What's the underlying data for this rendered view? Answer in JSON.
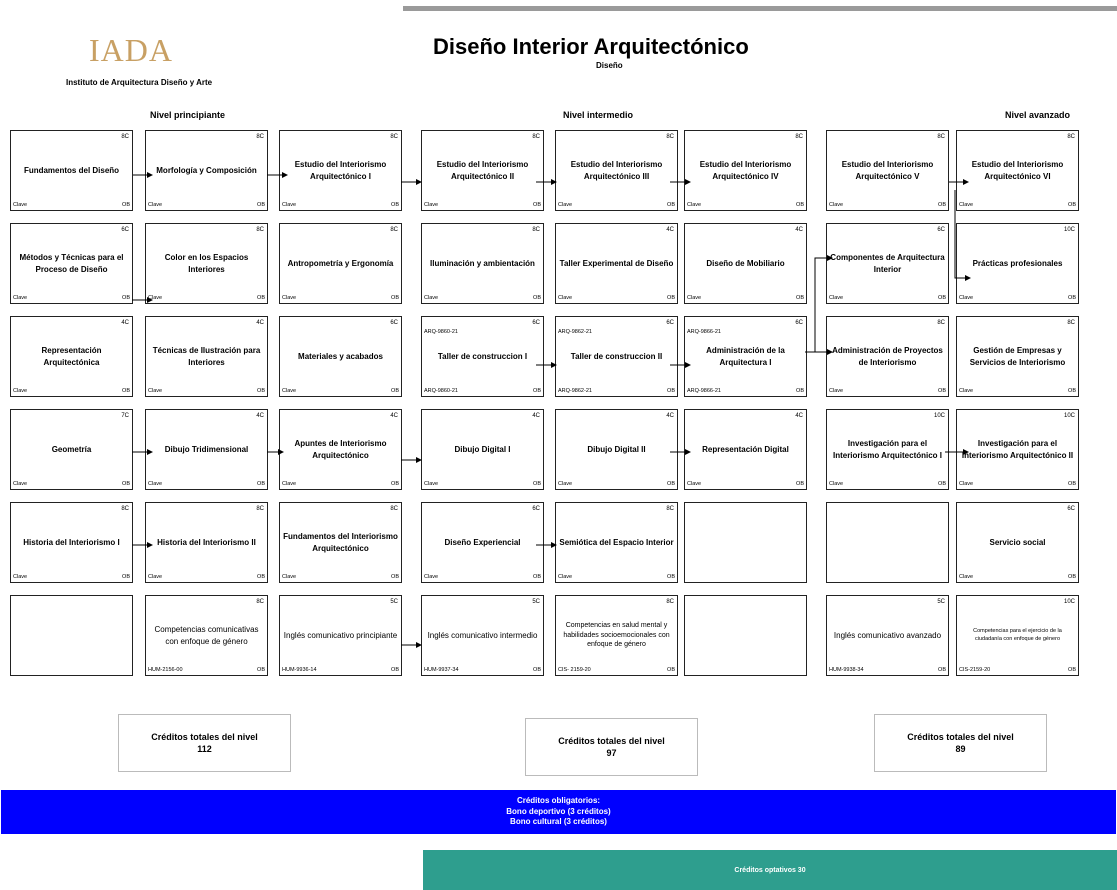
{
  "header": {
    "logo": "IADA",
    "institute": "Instituto de Arquitectura Diseño y Arte",
    "title": "Diseño Interior Arquitectónico",
    "subtitle": "Diseño"
  },
  "levels": {
    "beginner": "Nivel principiante",
    "intermediate": "Nivel intermedio",
    "advanced": "Nivel avanzado"
  },
  "courses": {
    "c11": {
      "credits": "8C",
      "name": "Fundamentos del Diseño",
      "key": "Clave",
      "type": "OB"
    },
    "c12": {
      "credits": "8C",
      "name": "Morfología y Composición",
      "key": "Clave",
      "type": "OB"
    },
    "c13": {
      "credits": "8C",
      "name": "Estudio del Interiorismo Arquitectónico I",
      "key": "Clave",
      "type": "OB"
    },
    "c14": {
      "credits": "8C",
      "name": "Estudio del Interiorismo Arquitectónico II",
      "key": "Clave",
      "type": "OB"
    },
    "c15": {
      "credits": "8C",
      "name": "Estudio del Interiorismo Arquitectónico III",
      "key": "Clave",
      "type": "OB"
    },
    "c16": {
      "credits": "8C",
      "name": "Estudio del Interiorismo Arquitectónico IV",
      "key": "Clave",
      "type": "OB"
    },
    "c17": {
      "credits": "8C",
      "name": "Estudio del Interiorismo Arquitectónico V",
      "key": "Clave",
      "type": "OB"
    },
    "c18": {
      "credits": "8C",
      "name": "Estudio del Interiorismo Arquitectónico VI",
      "key": "Clave",
      "type": "OB"
    },
    "c21": {
      "credits": "6C",
      "name": "Métodos y Técnicas para el Proceso de Diseño",
      "key": "Clave",
      "type": "OB"
    },
    "c22": {
      "credits": "8C",
      "name": "Color en los Espacios Interiores",
      "key": "Clave",
      "type": "OB"
    },
    "c23": {
      "credits": "8C",
      "name": "Antropometría y Ergonomía",
      "key": "Clave",
      "type": "OB"
    },
    "c24": {
      "credits": "8C",
      "name": "Iluminación y ambientación",
      "key": "Clave",
      "type": "OB"
    },
    "c25": {
      "credits": "4C",
      "name": "Taller Experimental de Diseño",
      "key": "Clave",
      "type": "OB"
    },
    "c26": {
      "credits": "4C",
      "name": "Diseño de Mobiliario",
      "key": "Clave",
      "type": "OB"
    },
    "c27": {
      "credits": "6C",
      "name": "Componentes de Arquitectura Interior",
      "key": "Clave",
      "type": "OB"
    },
    "c28": {
      "credits": "10C",
      "name": "Prácticas profesionales",
      "key": "Clave",
      "type": "OB"
    },
    "c31": {
      "credits": "4C",
      "name": "Representación Arquitectónica",
      "key": "Clave",
      "type": "OB"
    },
    "c32": {
      "credits": "4C",
      "name": "Técnicas de Ilustración para Interiores",
      "key": "Clave",
      "type": "OB"
    },
    "c33": {
      "credits": "6C",
      "name": "Materiales y acabados",
      "key": "Clave",
      "type": "OB"
    },
    "c34": {
      "credits": "6C",
      "name": "Taller de construccion I",
      "key": "ARQ-9860-21",
      "code2": "ARQ-9860-21",
      "type": "OB"
    },
    "c35": {
      "credits": "6C",
      "name": "Taller de construccion II",
      "key": "ARQ-9862-21",
      "code2": "ARQ-9862-21",
      "type": "OB"
    },
    "c36": {
      "credits": "6C",
      "name": "Administración de la Arquitectura I",
      "key": "ARQ-9866-21",
      "code2": "ARQ-9866-21",
      "type": "OB"
    },
    "c37": {
      "credits": "8C",
      "name": "Administración de Proyectos de Interiorismo",
      "key": "Clave",
      "type": "OB"
    },
    "c38": {
      "credits": "8C",
      "name": "Gestión de Empresas y Servicios de Interiorismo",
      "key": "Clave",
      "type": "OB"
    },
    "c41": {
      "credits": "7C",
      "name": "Geometría",
      "key": "Clave",
      "type": "OB"
    },
    "c42": {
      "credits": "4C",
      "name": "Dibujo Tridimensional",
      "key": "Clave",
      "type": "OB"
    },
    "c43": {
      "credits": "4C",
      "name": "Apuntes de Interiorismo Arquitectónico",
      "key": "Clave",
      "type": "OB"
    },
    "c44": {
      "credits": "4C",
      "name": "Dibujo Digital I",
      "key": "Clave",
      "type": "OB"
    },
    "c45": {
      "credits": "4C",
      "name": "Dibujo Digital II",
      "key": "Clave",
      "type": "OB"
    },
    "c46": {
      "credits": "4C",
      "name": "Representación Digital",
      "key": "Clave",
      "type": "OB"
    },
    "c47": {
      "credits": "10C",
      "name": "Investigación para el Interiorismo Arquitectónico I",
      "key": "Clave",
      "type": "OB"
    },
    "c48": {
      "credits": "10C",
      "name": "Investigación para el Interiorismo Arquitectónico II",
      "key": "Clave",
      "type": "OB"
    },
    "c51": {
      "credits": "8C",
      "name": "Historia del Interiorismo I",
      "key": "Clave",
      "type": "OB"
    },
    "c52": {
      "credits": "8C",
      "name": "Historia del Interiorismo II",
      "key": "Clave",
      "type": "OB"
    },
    "c53": {
      "credits": "8C",
      "name": "Fundamentos del Interiorismo Arquitectónico",
      "key": "Clave",
      "type": "OB"
    },
    "c54": {
      "credits": "6C",
      "name": "Diseño Experiencial",
      "key": "Clave",
      "type": "OB"
    },
    "c55": {
      "credits": "8C",
      "name": "Semiótica del Espacio Interior",
      "key": "Clave",
      "type": "OB"
    },
    "c58": {
      "credits": "6C",
      "name": "Servicio social",
      "key": "Clave",
      "type": "OB"
    },
    "c62": {
      "credits": "8C",
      "name": "Competencias comunicativas con enfoque de género",
      "key": "HUM-2156-00",
      "type": "OB"
    },
    "c63": {
      "credits": "5C",
      "name": "Inglés comunicativo principiante",
      "key": "HUM-9936-14",
      "type": "OB"
    },
    "c64": {
      "credits": "5C",
      "name": "Inglés comunicativo intermedio",
      "key": "HUM-9937-34",
      "type": "OB"
    },
    "c65": {
      "credits": "8C",
      "name": "Competencias en salud mental y habilidades socioemocionales con enfoque de género",
      "key": "CIS- 2159-20",
      "type": "OB"
    },
    "c67": {
      "credits": "5C",
      "name": "Inglés comunicativo avanzado",
      "key": "HUM-9938-34",
      "type": "OB"
    },
    "c68": {
      "credits": "10C",
      "name": "Competencias para el ejercicio de la ciudadanía con enfoque de género",
      "key": "CIS-2159-20",
      "type": "OB"
    }
  },
  "totals": {
    "label": "Créditos totales del nivel",
    "beginner": "112",
    "intermediate": "97",
    "advanced": "89"
  },
  "mandatory": {
    "line1": "Créditos obligatorios:",
    "line2": "Bono deportivo (3 créditos)",
    "line3": "Bono cultural (3 créditos)"
  },
  "optional": "Créditos optativos 30",
  "colors": {
    "blue_bar": "#0000ff",
    "teal_bar": "#2e9e8e",
    "logo": "#c8a064"
  }
}
